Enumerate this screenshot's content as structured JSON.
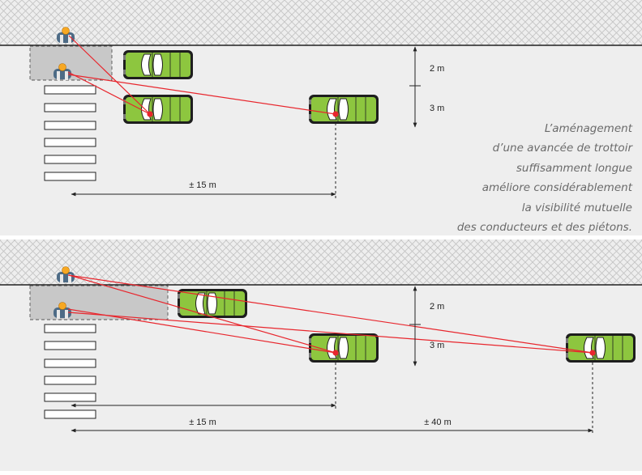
{
  "caption": [
    "L’aménagement",
    "d’une avancée de trottoir",
    "suffisamment longue",
    "améliore considérablement",
    "la visibilité mutuelle",
    "des conducteurs et des piétons."
  ],
  "panel_top": {
    "dim_lane_parking": "2 m",
    "dim_lane_traffic": "3 m",
    "dim_distance": "± 15 m"
  },
  "panel_bottom": {
    "dim_lane_parking": "2 m",
    "dim_lane_traffic": "3 m",
    "dim_distance_near": "± 15 m",
    "dim_distance_far": "± 40 m"
  },
  "colors": {
    "car_body": "#8dc63f",
    "sight_line": "#e8262d",
    "pedestrian_head": "#f7a823",
    "pedestrian_body": "#4d6b86",
    "road": "#eeeeee",
    "curb_extension": "#c8c8c8"
  }
}
